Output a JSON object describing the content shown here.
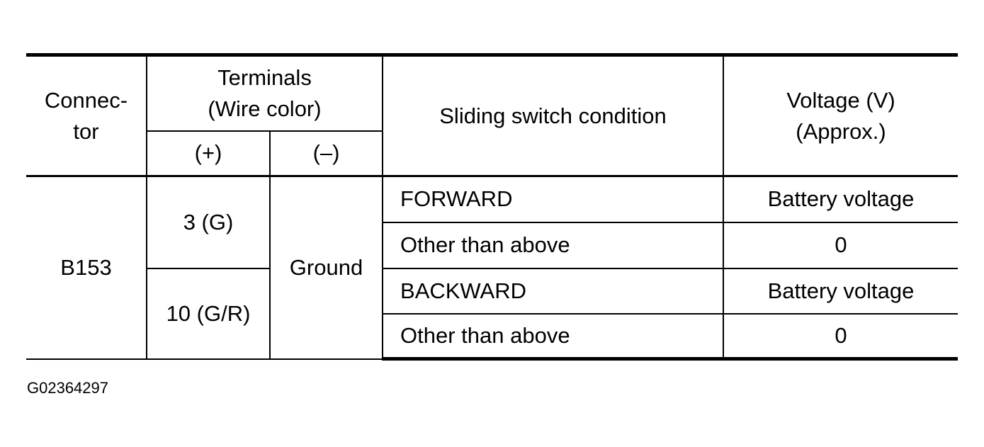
{
  "header": {
    "connector_line1": "Connec-",
    "connector_line2": "tor",
    "terminals_line1": "Terminals",
    "terminals_line2": "(Wire color)",
    "plus": "(+)",
    "minus": "(–)",
    "condition": "Sliding switch condition",
    "voltage_line1": "Voltage (V)",
    "voltage_line2": "(Approx.)"
  },
  "body": {
    "connector": "B153",
    "terminal_plus_1": "3 (G)",
    "terminal_plus_2": "10 (G/R)",
    "terminal_minus": "Ground",
    "rows": [
      {
        "condition": "FORWARD",
        "voltage": "Battery voltage"
      },
      {
        "condition": "Other than above",
        "voltage": "0"
      },
      {
        "condition": "BACKWARD",
        "voltage": "Battery voltage"
      },
      {
        "condition": "Other than above",
        "voltage": "0"
      }
    ]
  },
  "figure_id": "G02364297"
}
